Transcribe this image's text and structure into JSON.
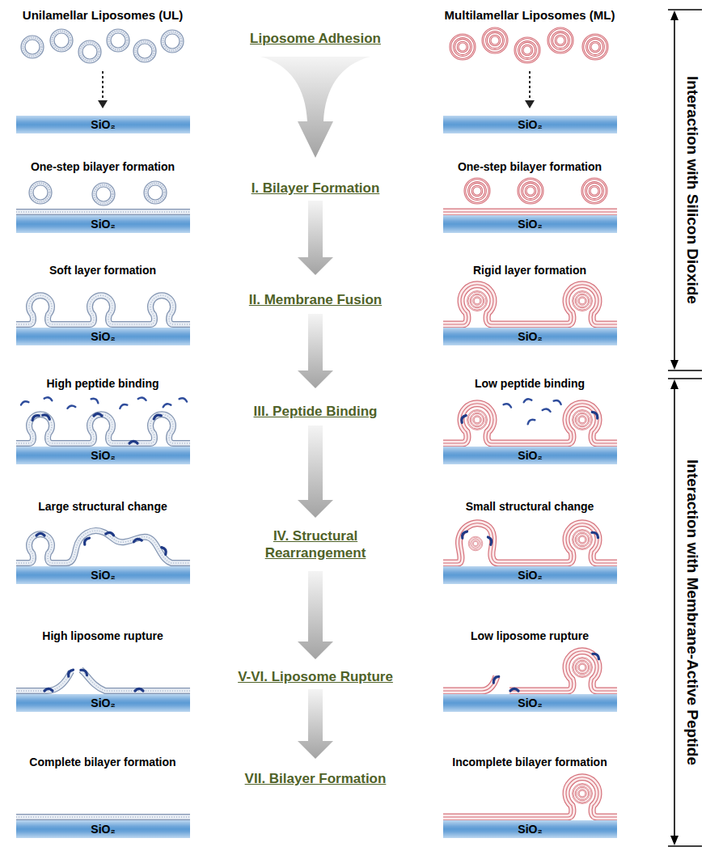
{
  "diagram": {
    "nodes": [
      {
        "text": [
          "SiO₂"
        ]
      },
      {
        "text": [
          "SiO₂"
        ]
      },
      {
        "text": [
          "SiO₂"
        ]
      },
      {
        "text": [
          "SiO₂"
        ]
      },
      {
        "text": [
          "SiO₂"
        ]
      },
      {
        "text": [
          "SiO₂"
        ]
      },
      {
        "text": [
          "SiO₂"
        ]
      },
      {
        "text": [
          "SiO₂"
        ]
      },
      {
        "text": [
          "SiO₂"
        ]
      },
      {
        "text": [
          "SiO₂"
        ]
      },
      {
        "text": [
          "SiO₂"
        ]
      },
      {
        "text": [
          "SiO₂"
        ]
      },
      {
        "text": [
          "SiO₂"
        ]
      },
      {
        "text": [
          "SiO₂"
        ]
      }
    ],
    "labels": [
      "Unilamellar Liposomes (UL)",
      "Liposome Adhesion",
      "Multilamellar Liposomes (ML)",
      "Interaction with Silicon Dioxide",
      "One-step bilayer formation",
      "I. Bilayer Formation",
      "One-step bilayer formation",
      "Soft layer formation",
      "II. Membrane Fusion",
      "Rigid layer formation",
      "High peptide binding",
      "III. Peptide Binding",
      "Low peptide binding",
      "Interaction with Membrane-Active Peptide",
      "Large structural change",
      "IV. Structural Rearrangement",
      "Small structural change",
      "High liposome rupture",
      "V-VI. Liposome Rupture",
      "Low liposome rupture",
      "Complete bilayer formation",
      "VII. Bilayer Formation",
      "Incomplete bilayer formation"
    ]
  }
}
